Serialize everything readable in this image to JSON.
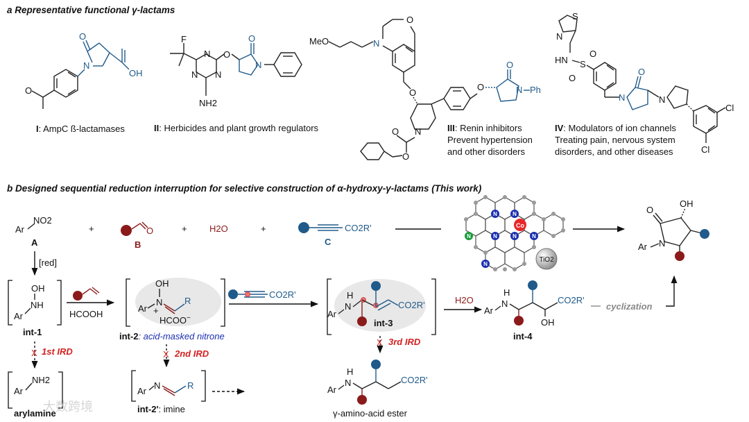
{
  "panel_a": {
    "heading_letter": "a",
    "heading_text": "Representative functional",
    "heading_greek": "γ",
    "heading_tail": "-lactams",
    "compounds": [
      {
        "numeral": "I",
        "caption": ": AmpC ß-lactamases",
        "atoms": [
          "O",
          "N",
          "OH"
        ]
      },
      {
        "numeral": "II",
        "caption": ": Herbicides and plant growth regulators",
        "atoms": [
          "F",
          "N",
          "N",
          "N",
          "NH2",
          "O",
          "O",
          "N"
        ]
      },
      {
        "numeral": "III",
        "caption": ": Renin inhibitors",
        "caption_lines": [
          "Prevent hypertension",
          "and other disorders"
        ],
        "atoms": [
          "MeO",
          "N",
          "O",
          "O",
          "O",
          "O",
          "N",
          "Ph",
          "N",
          "O",
          "O"
        ]
      },
      {
        "numeral": "IV",
        "caption": ": Modulators of ion channels",
        "caption_lines": [
          "Treating pain, nervous system",
          "disorders, and other diseases"
        ],
        "atoms": [
          "S",
          "N",
          "HN",
          "S",
          "O",
          "O",
          "N",
          "O",
          "N",
          "Cl",
          "Cl"
        ]
      }
    ]
  },
  "panel_b": {
    "heading_letter": "b",
    "heading_text": "Designed sequential reduction interruption for selective construction of",
    "heading_greek1": "α",
    "heading_mid": "-hydroxy-",
    "heading_greek2": "γ",
    "heading_tail": "-lactams (This work)",
    "reagent_A_text": "Ar",
    "reagent_A_group": "NO2",
    "label_A": "A",
    "plus": "+",
    "label_B": "B",
    "water": "H2O",
    "reagent_C_group": "CO2R'",
    "label_C": "C",
    "catalyst_metal": "Co",
    "catalyst_support": "TiO2",
    "catalyst_n": "N",
    "red_label": "[red]",
    "int1_label": "int-1",
    "int1_atoms": [
      "OH",
      "NH",
      "Ar"
    ],
    "hcooh": "HCOOH",
    "int2_label": "int-2",
    "int2_caption": ": acid-masked nitrone",
    "int2_atoms": [
      "OH",
      "N",
      "+",
      "Ar",
      "R",
      "HCOO",
      "−"
    ],
    "ird1": "1st IRD",
    "ird2": "2nd IRD",
    "ird3": "3rd IRD",
    "arylamine_text": "Ar",
    "arylamine_group": "NH2",
    "arylamine_label": "arylamine",
    "int2p_label": "int-2'",
    "int2p_caption": ": imine",
    "int2p_atoms": [
      "Ar",
      "N",
      "R"
    ],
    "int3_label": "int-3",
    "int3_atoms": [
      "H",
      "N",
      "Ar",
      "CO2R'"
    ],
    "water_step": "H2O",
    "int4_label": "int-4",
    "int4_atoms": [
      "H",
      "N",
      "Ar",
      "CO2R'",
      "OH"
    ],
    "cyclization": "cyclization",
    "product_atoms": [
      "O",
      "OH",
      "N",
      "Ar"
    ],
    "gamma_ester": "γ-amino-acid ester",
    "gamma_atoms": [
      "H",
      "N",
      "Ar",
      "CO2R'"
    ],
    "watermark": "大数跨境"
  },
  "colors": {
    "blue": "#1f5a8a",
    "darkred": "#8b1a1a",
    "red": "#d42020",
    "navy": "#1b2fb0",
    "cobalt": "#e8262a",
    "green": "#1a9a3a",
    "node": "#9a9a9a"
  }
}
